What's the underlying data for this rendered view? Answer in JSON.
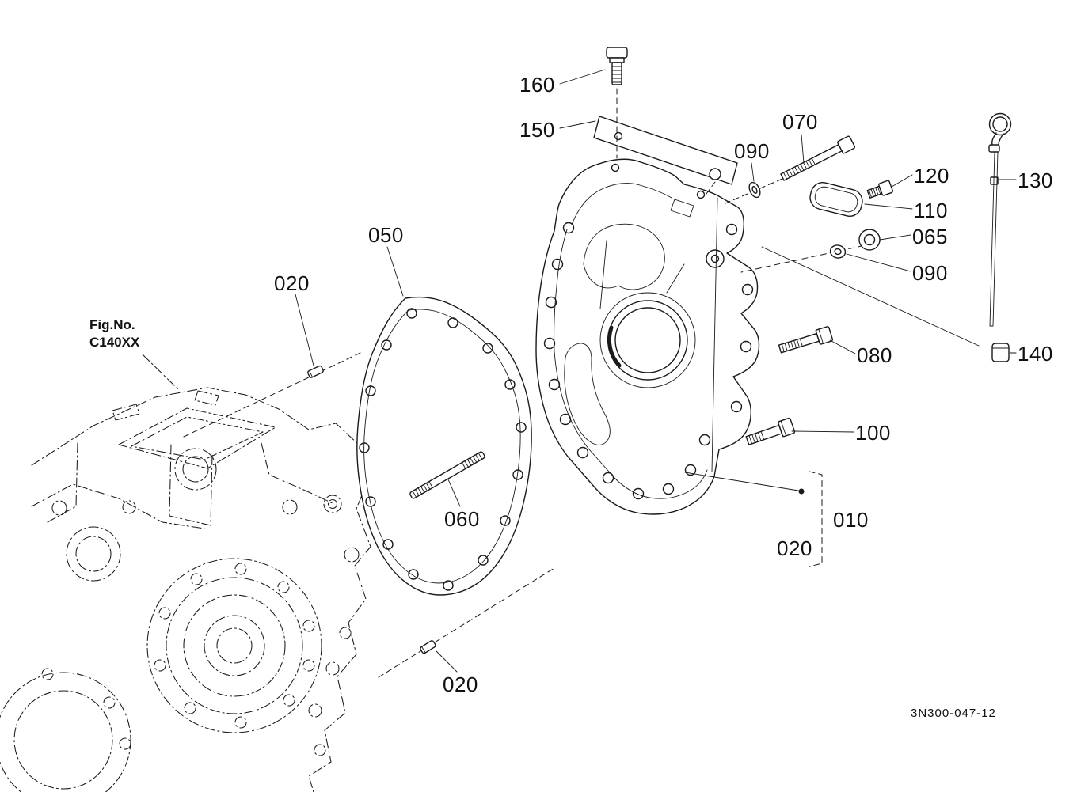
{
  "meta": {
    "figure_label_line1": "Fig.No.",
    "figure_label_line2": "C140XX",
    "drawing_number": "3N300-047-12"
  },
  "colors": {
    "background": "#ffffff",
    "line": "#1a1a1a"
  },
  "callouts": [
    {
      "id": "160",
      "label": "160"
    },
    {
      "id": "150",
      "label": "150"
    },
    {
      "id": "070",
      "label": "070"
    },
    {
      "id": "090-upper",
      "label": "090"
    },
    {
      "id": "120",
      "label": "120"
    },
    {
      "id": "110",
      "label": "110"
    },
    {
      "id": "065",
      "label": "065"
    },
    {
      "id": "090-right",
      "label": "090"
    },
    {
      "id": "130",
      "label": "130"
    },
    {
      "id": "140",
      "label": "140"
    },
    {
      "id": "080",
      "label": "080"
    },
    {
      "id": "100",
      "label": "100"
    },
    {
      "id": "010",
      "label": "010"
    },
    {
      "id": "020-left",
      "label": "020"
    },
    {
      "id": "050",
      "label": "050"
    },
    {
      "id": "060",
      "label": "060"
    },
    {
      "id": "020-bracket",
      "label": "020"
    },
    {
      "id": "020-bottom",
      "label": "020"
    }
  ]
}
